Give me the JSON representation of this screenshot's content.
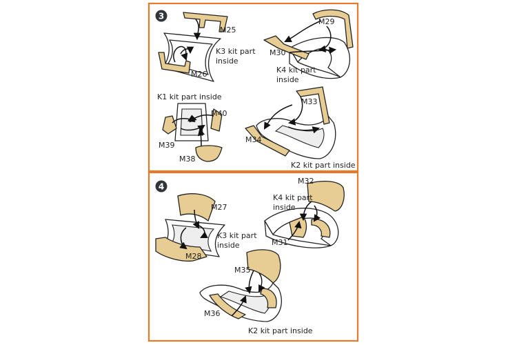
{
  "colors": {
    "frame": "#e8782a",
    "part": "#e7cc93",
    "badge": "#2f3538"
  },
  "steps": [
    {
      "number": "3",
      "labels": {
        "m25": "M25",
        "m26": "M26",
        "k3_line1": "K3 kit part",
        "k3_line2": "inside",
        "m29": "M29",
        "m30": "M30",
        "k4_line1": "K4 kit part",
        "k4_line2": "inside",
        "k1": "K1 kit part inside",
        "m40": "M40",
        "m39": "M39",
        "m38": "M38",
        "m33": "M33",
        "m34": "M34",
        "k2": "K2 kit part inside"
      }
    },
    {
      "number": "4",
      "labels": {
        "m27": "M27",
        "k3_line1": "K3 kit part",
        "k3_line2": "inside",
        "m28": "M28",
        "m32": "M32",
        "k4_line1": "K4 kit part",
        "k4_line2": "inside",
        "m31": "M31",
        "m35": "M35",
        "m36": "M36",
        "k2": "K2 kit part inside"
      }
    }
  ]
}
